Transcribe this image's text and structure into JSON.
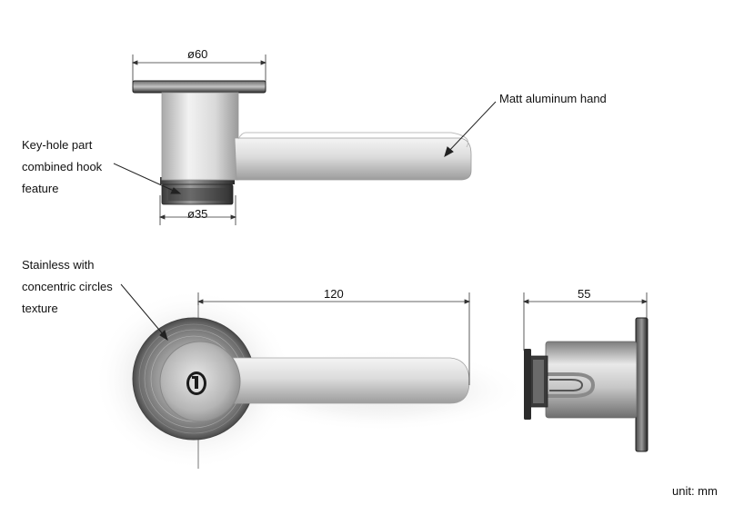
{
  "annotations": {
    "matt_aluminum": "Matt aluminum hand",
    "keyhole": [
      "Key-hole part",
      "combined hook",
      "feature"
    ],
    "stainless": [
      "Stainless with",
      "concentric circles",
      "texture"
    ]
  },
  "dimensions": {
    "rose_diameter": "ø60",
    "neck_diameter": "ø35",
    "lever_length": "120",
    "depth": "55"
  },
  "units": "unit: mm",
  "colors": {
    "aluminum_light": "#eeeeee",
    "aluminum_dark": "#8f8f8f",
    "steel_dark": "#2b2b2b",
    "steel_mid": "#7a7a7a",
    "leader": "#222222"
  }
}
